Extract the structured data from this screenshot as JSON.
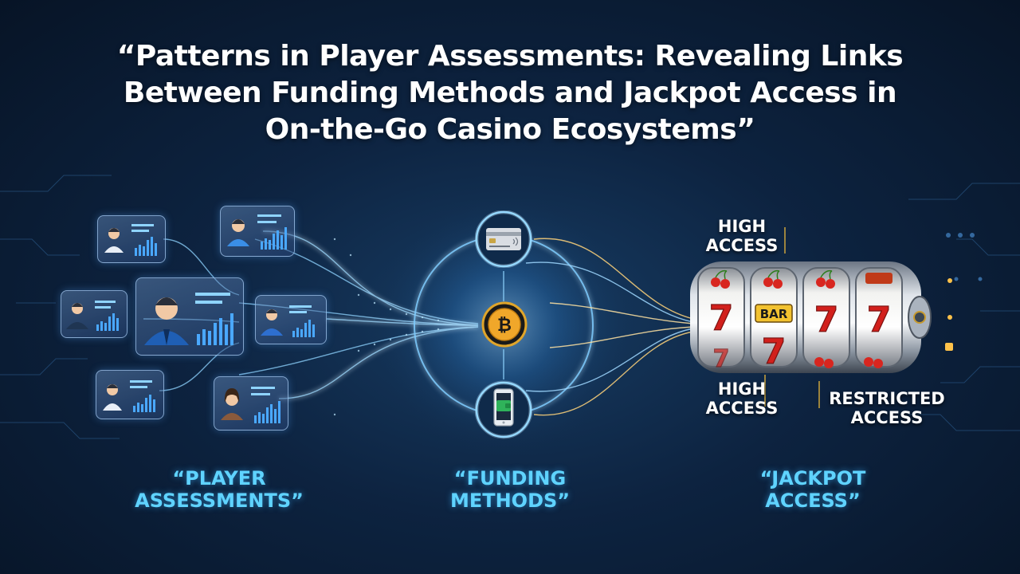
{
  "title": {
    "line1": "“Patterns in Player Assessments: Revealing Links",
    "line2": "Between Funding Methods and Jackpot Access in",
    "line3": "On-the-Go Casino Ecosystems”"
  },
  "sections": {
    "players": {
      "line1": "“PLAYER",
      "line2": "ASSESSMENTS”"
    },
    "funding": {
      "line1": "“FUNDING",
      "line2": "METHODS”"
    },
    "jackpot": {
      "line1": "“JACKPOT",
      "line2": "ACCESS”"
    }
  },
  "funding_methods": [
    "credit-card-icon",
    "bitcoin-icon",
    "mobile-wallet-icon"
  ],
  "slot_machine": {
    "reel_symbols": [
      "cherries",
      "7",
      "BAR",
      "7",
      "cherries"
    ],
    "bar_text": "BAR",
    "seven_text": "7"
  },
  "access_labels": {
    "top_high": {
      "line1": "HIGH",
      "line2": "ACCESS"
    },
    "bottom_high": {
      "line1": "HIGH",
      "line2": "ACCESS"
    },
    "restricted": {
      "line1": "RESTRICTED",
      "line2": "ACCESS"
    }
  },
  "colors": {
    "background": "#0d2340",
    "accent_cyan": "#5fd3ff",
    "glow_gold": "#ffc24a",
    "seven_red": "#d2201c"
  }
}
